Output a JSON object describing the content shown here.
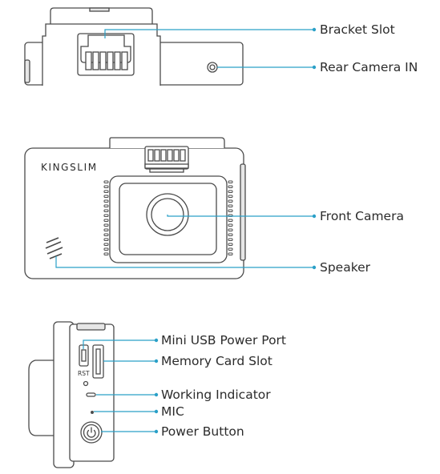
{
  "brand": "KINGSLIM",
  "rst_label": "RST",
  "colors": {
    "callout": "#2aa0c8",
    "outline": "#4a4a4a",
    "fill": "#ffffff",
    "soft": "#e6e6e6"
  },
  "callouts": [
    {
      "id": "bracket-slot",
      "text": "Bracket Slot"
    },
    {
      "id": "rear-camera-in",
      "text": "Rear Camera IN"
    },
    {
      "id": "front-camera",
      "text": "Front Camera"
    },
    {
      "id": "speaker",
      "text": "Speaker"
    },
    {
      "id": "mini-usb-power-port",
      "text": "Mini USB Power Port"
    },
    {
      "id": "memory-card-slot",
      "text": "Memory Card Slot"
    },
    {
      "id": "working-indicator",
      "text": "Working Indicator"
    },
    {
      "id": "mic",
      "text": "MIC"
    },
    {
      "id": "power-button",
      "text": "Power Button"
    }
  ],
  "icons": [
    "power-icon"
  ]
}
